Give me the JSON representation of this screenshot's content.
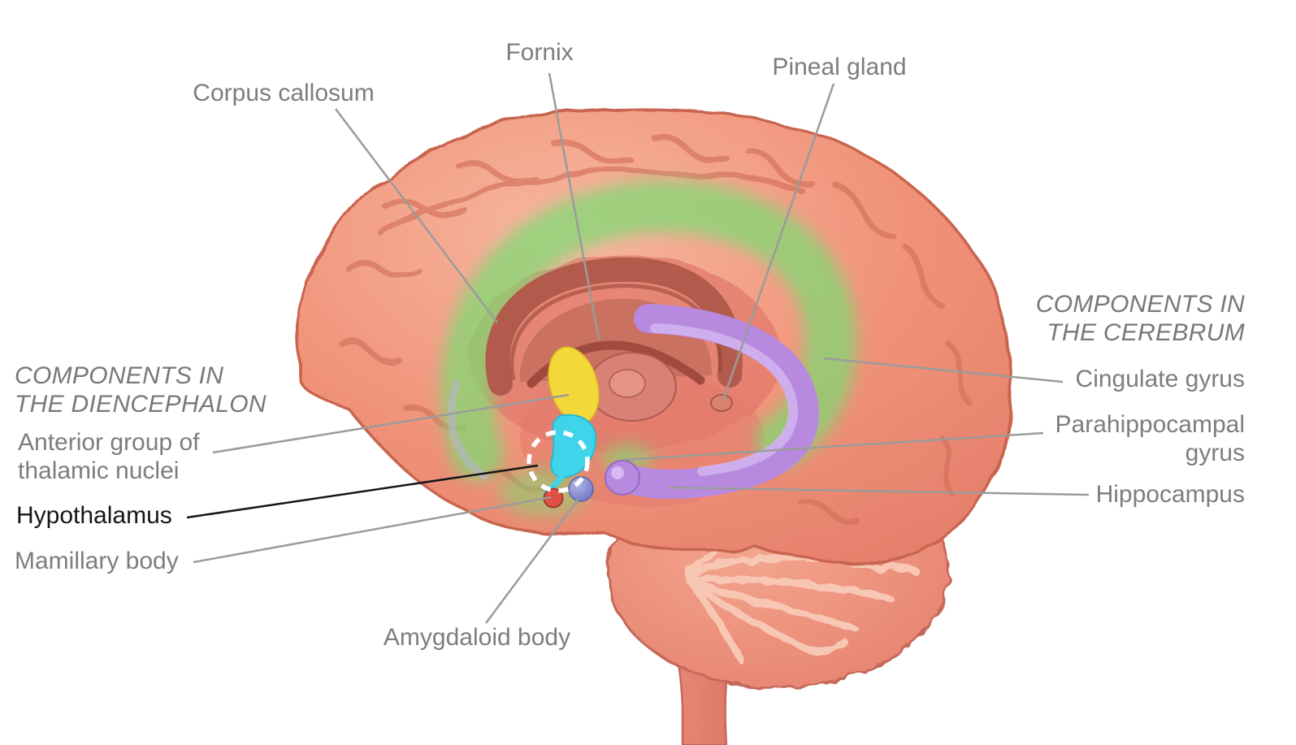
{
  "labels": {
    "fornix": "Fornix",
    "corpus_callosum": "Corpus callosum",
    "pineal_gland": "Pineal gland",
    "cerebrum_header": "COMPONENTS IN\nTHE CEREBRUM",
    "cingulate_gyrus": "Cingulate gyrus",
    "parahippocampal_gyrus": "Parahippocampal\ngyrus",
    "hippocampus": "Hippocampus",
    "diencephalon_header": "COMPONENTS IN\nTHE DIENCEPHALON",
    "anterior_thalamic": "Anterior group of\nthalamic nuclei",
    "hypothalamus": "Hypothalamus",
    "mamillary_body": "Mamillary body",
    "amygdaloid_body": "Amygdaloid body"
  },
  "colors": {
    "label_gray": "#7d7d7d",
    "label_black": "#161616",
    "leader_gray": "#9b9b9b",
    "cerebrum_salmon": "#f09379",
    "limbic_green": "#7edb72",
    "hippocampus_purple": "#b78ae0",
    "thalamus_yellow": "#f3d73b",
    "hypothalamus_cyan": "#3fd4ea",
    "mamillary_red": "#e25043",
    "amygdala_blue": "#7b80cf"
  }
}
